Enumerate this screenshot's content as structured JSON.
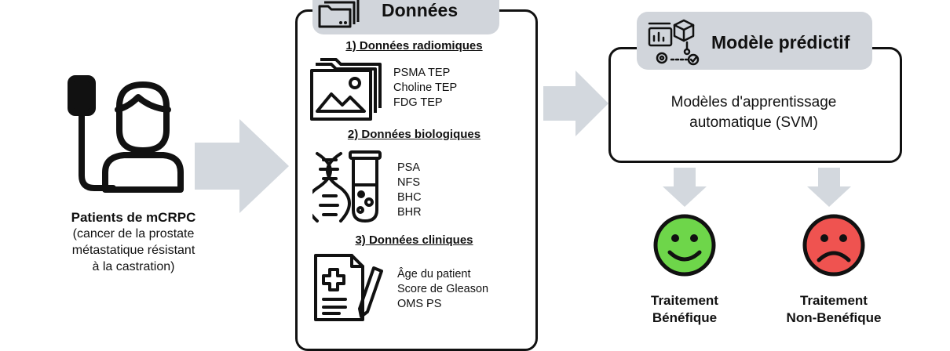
{
  "patients": {
    "title": "Patients de mCRPC",
    "lines": [
      "(cancer de la prostate",
      "métastatique résistant",
      "à la castration)"
    ],
    "icon": "patient-iv-icon"
  },
  "data_box": {
    "title": "Données",
    "title_icon": "folders-icon",
    "sections": [
      {
        "heading": "1) Données radiomiques",
        "icon": "image-folder-icon",
        "items": [
          "PSMA TEP",
          "Choline TEP",
          "FDG TEP"
        ]
      },
      {
        "heading": "2) Données biologiques",
        "icon": "dna-test-tube-icon",
        "items": [
          "PSA",
          "NFS",
          "BHC",
          "BHR"
        ]
      },
      {
        "heading": "3) Données cliniques",
        "icon": "medical-report-icon",
        "items": [
          "Âge du patient",
          "Score de Gleason",
          "OMS PS"
        ]
      }
    ]
  },
  "model_box": {
    "title": "Modèle prédictif",
    "title_icon": "model-pipeline-icon",
    "lines": [
      "Modèles d'apprentissage",
      "automatique (SVM)"
    ]
  },
  "outcomes": [
    {
      "lines": [
        "Traitement",
        "Bénéfique"
      ],
      "icon": "happy-face-icon",
      "color": "#6ed64a"
    },
    {
      "lines": [
        "Traitement",
        "Non-Benéfique"
      ],
      "icon": "sad-face-icon",
      "color": "#ef5350"
    }
  ],
  "colors": {
    "arrow": "#d3d8de",
    "tab": "#d1d5db",
    "stroke": "#111111"
  }
}
